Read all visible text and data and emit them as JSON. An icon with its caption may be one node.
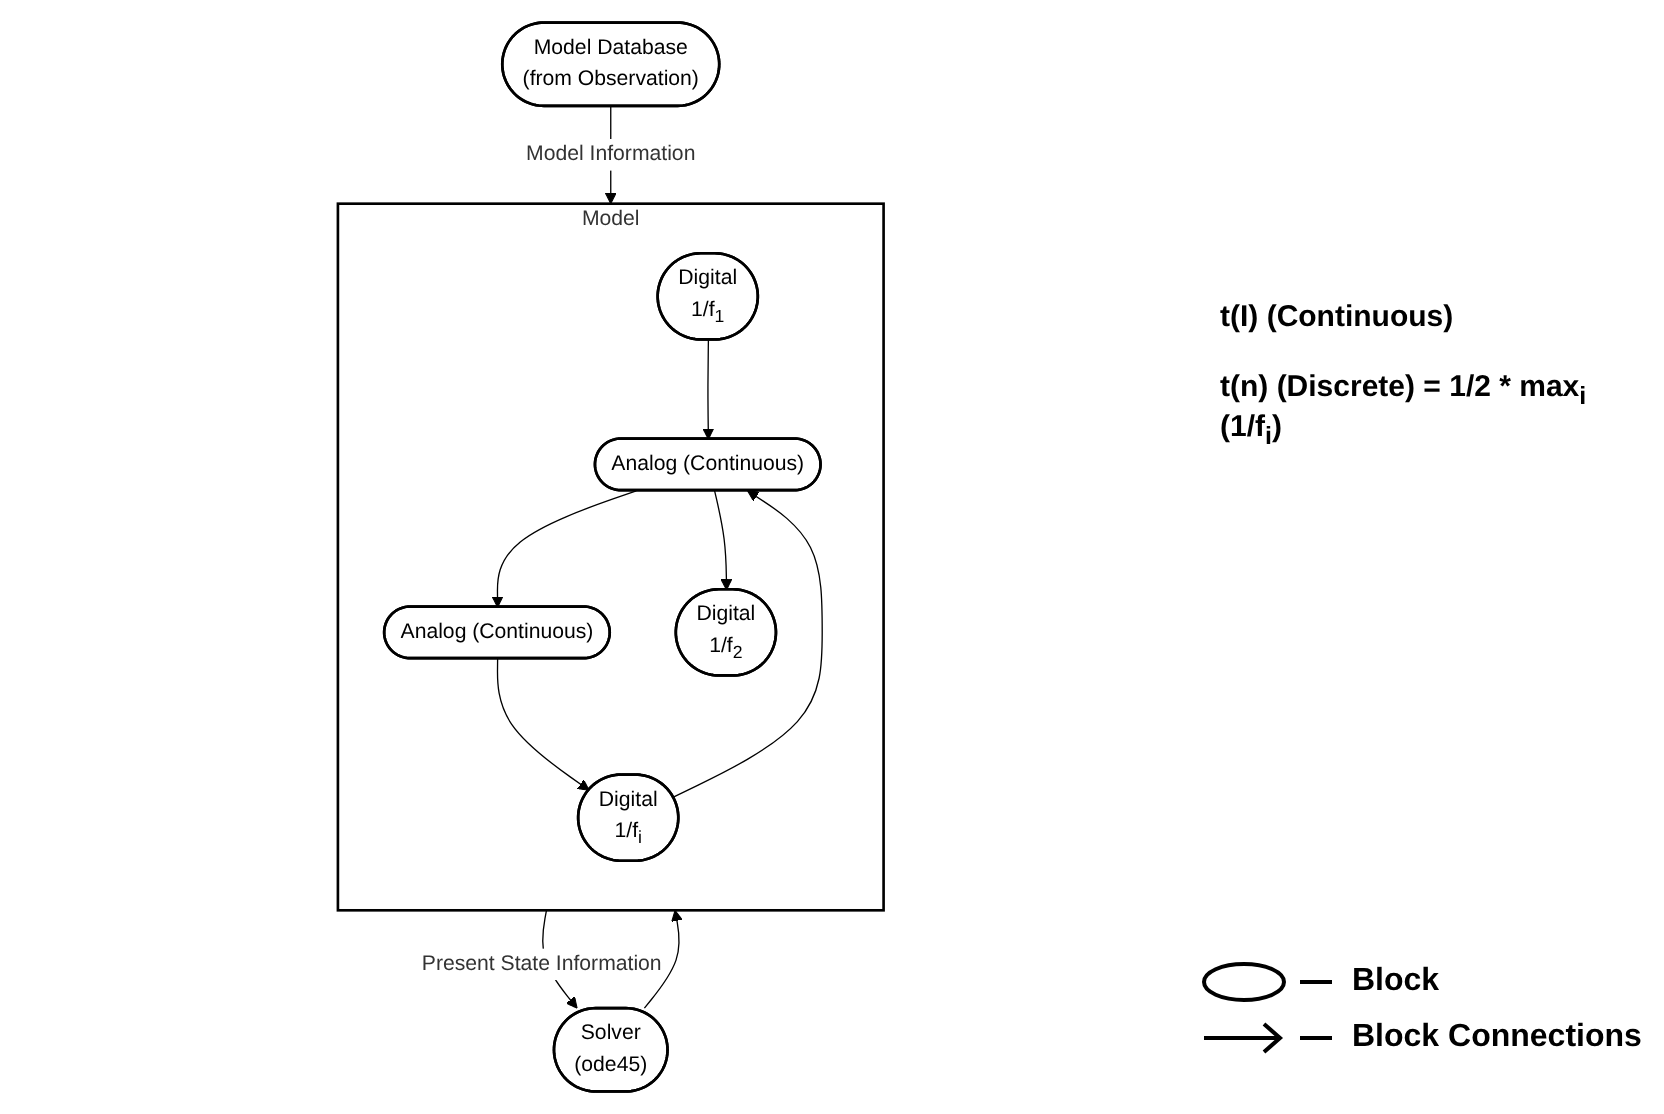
{
  "diagram": {
    "nodes": [
      {
        "text": [
          "Model Database",
          "(from Observation)"
        ]
      },
      {
        "text": [
          "Solver",
          "(ode45)"
        ]
      },
      {
        "text": [
          "Model"
        ]
      },
      {
        "text": [
          "Analog (Continuous)"
        ],
        "in": 2
      },
      {
        "text": [
          "Digital",
          "1/f$_{i}$"
        ],
        "in": 2
      },
      {
        "text": [
          "Digital",
          "1/f$_{1}$"
        ],
        "in": 2
      },
      {
        "text": [
          "Digital",
          "1/f$_{2}$"
        ],
        "in": 2
      },
      {
        "text": [
          "Analog (Continuous)"
        ],
        "in": 2
      }
    ],
    "edges": [
      {
        "from": 0,
        "to": 2,
        "arrow": "to",
        "label": "Model Information"
      },
      {
        "from": 2,
        "to": 1,
        "arrow": "to",
        "label": "Present State Information"
      },
      {
        "from": 1,
        "to": 2,
        "arrow": "to"
      },
      {
        "from": 5,
        "to": 3,
        "arrow": "to"
      },
      {
        "from": 4,
        "to": 3,
        "arrow": "to"
      },
      {
        "from": 3,
        "to": 7,
        "arrow": "to"
      },
      {
        "from": 7,
        "to": 4,
        "arrow": "to"
      },
      {
        "from": 3,
        "to": 6,
        "arrow": "to"
      }
    ],
    "labels": [
      "t(I) (Continuous)",
      "t(n) (Discrete) = 1/2 * max$_{i}$ (1/f$_{i}$)"
    ],
    "legend": [
      {
        "text": "Block"
      },
      {
        "text": "Block Connections"
      }
    ]
  }
}
